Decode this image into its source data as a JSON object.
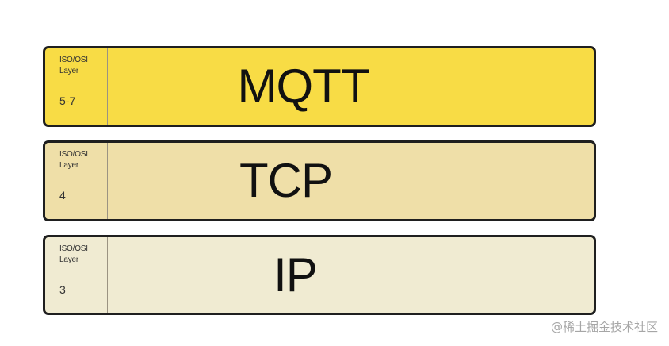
{
  "layers": [
    {
      "id": "mqtt",
      "caption_line1": "ISO/OSI",
      "caption_line2": "Layer",
      "number": "5-7",
      "protocol": "MQTT",
      "color": "#f8dc45"
    },
    {
      "id": "tcp",
      "caption_line1": "ISO/OSI",
      "caption_line2": "Layer",
      "number": "4",
      "protocol": "TCP",
      "color": "#efdfa8"
    },
    {
      "id": "ip",
      "caption_line1": "ISO/OSI",
      "caption_line2": "Layer",
      "number": "3",
      "protocol": "IP",
      "color": "#f0ebd2"
    }
  ],
  "watermark": "@稀土掘金技术社区"
}
